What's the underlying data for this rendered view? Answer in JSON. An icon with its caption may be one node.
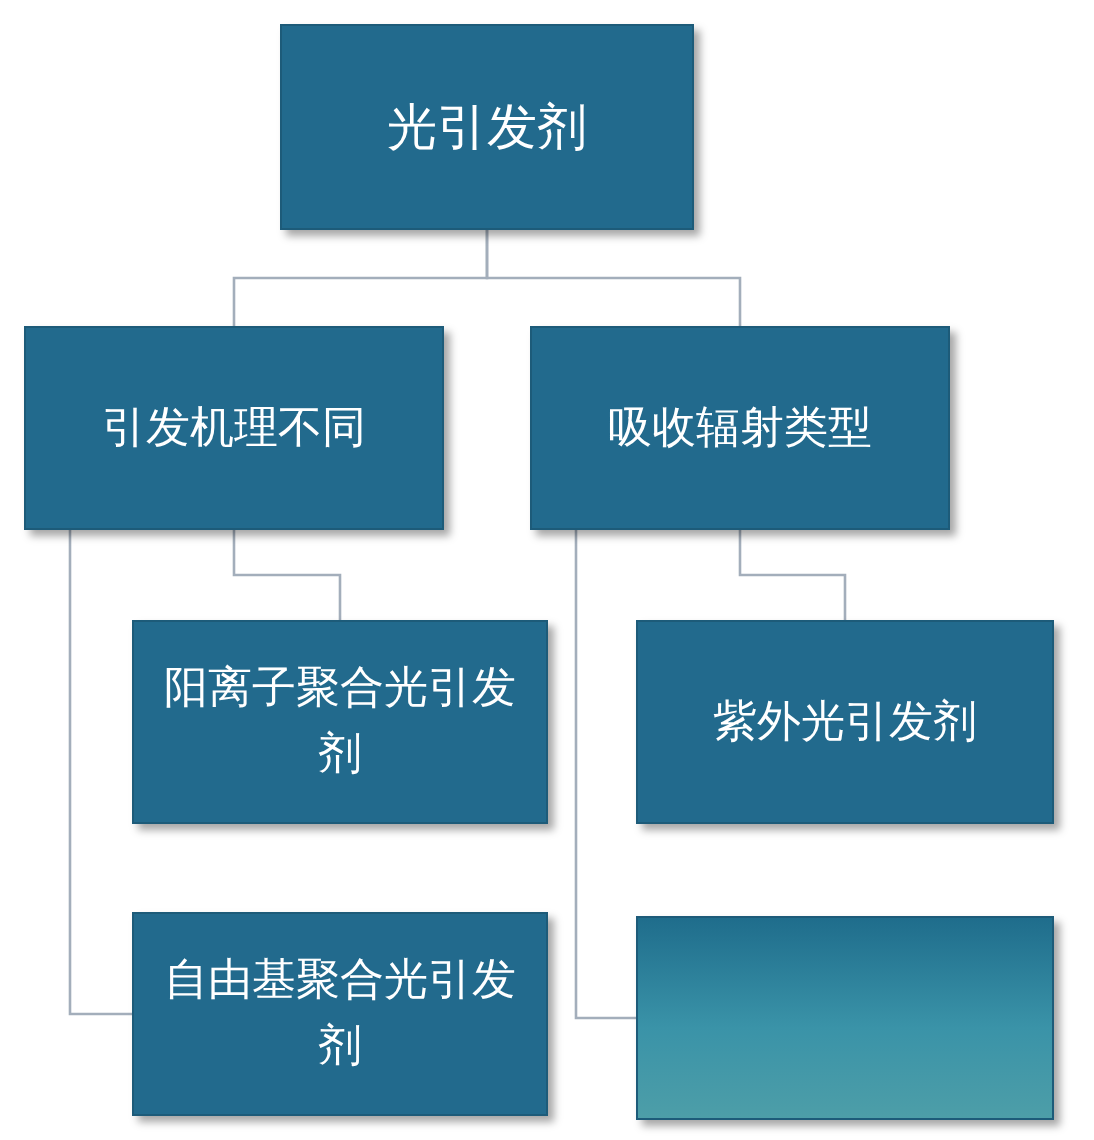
{
  "diagram": {
    "nodes": [
      {
        "text": [
          "光引发剂"
        ]
      },
      {
        "text": [
          "引发机理不同"
        ]
      },
      {
        "text": [
          "吸收辐射类型"
        ]
      },
      {
        "text": [
          "阳离子聚合光引发剂"
        ]
      },
      {
        "text": [
          "自由基聚合光引发剂"
        ]
      },
      {
        "text": [
          "紫外光引发剂"
        ]
      },
      {
        "text": [],
        "shape": "box"
      }
    ],
    "edges": [
      {
        "from": 0,
        "to": 1,
        "arrow": "none"
      },
      {
        "from": 0,
        "to": 2,
        "arrow": "none"
      },
      {
        "from": 1,
        "to": 3,
        "arrow": "none"
      },
      {
        "from": 1,
        "to": 4,
        "arrow": "none"
      },
      {
        "from": 2,
        "to": 5,
        "arrow": "none"
      },
      {
        "from": 2,
        "to": 6,
        "arrow": "none"
      }
    ]
  }
}
